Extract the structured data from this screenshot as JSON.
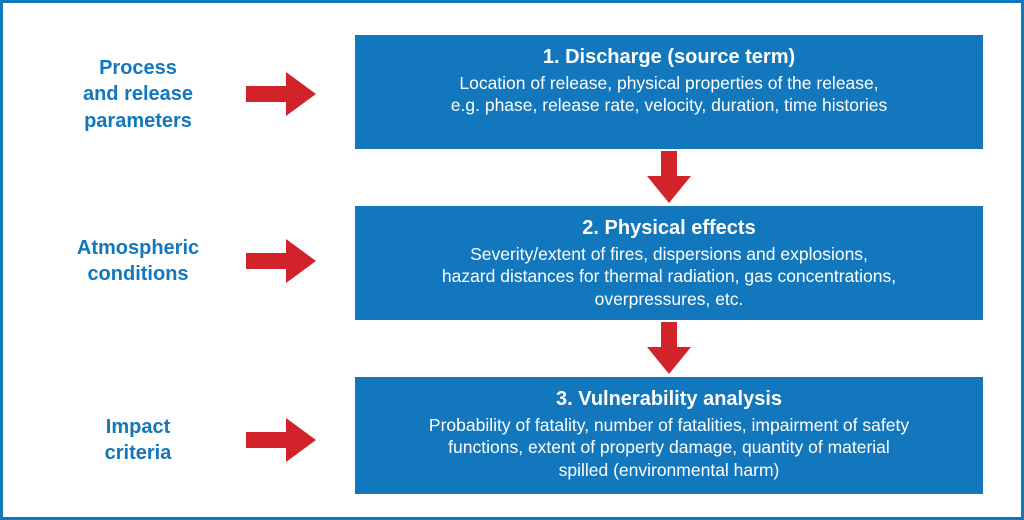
{
  "colors": {
    "blue": "#1277BD",
    "red": "#D2232A",
    "background": "#FFFFFF",
    "box_text": "#FFFFFF"
  },
  "side_labels": [
    {
      "text": "Process\nand release\nparameters"
    },
    {
      "text": "Atmospheric\nconditions"
    },
    {
      "text": "Impact\ncriteria"
    }
  ],
  "boxes": [
    {
      "title": "1. Discharge (source term)",
      "body": "Location of release, physical properties of the release,\ne.g. phase, release rate, velocity, duration, time histories"
    },
    {
      "title": "2. Physical effects",
      "body": "Severity/extent of fires, dispersions and explosions,\nhazard distances for thermal radiation, gas concentrations,\noverpressures, etc."
    },
    {
      "title": "3. Vulnerability analysis",
      "body": "Probability of fatality, number of fatalities, impairment of safety\nfunctions, extent of property damage, quantity of material\nspilled (environmental harm)"
    }
  ]
}
